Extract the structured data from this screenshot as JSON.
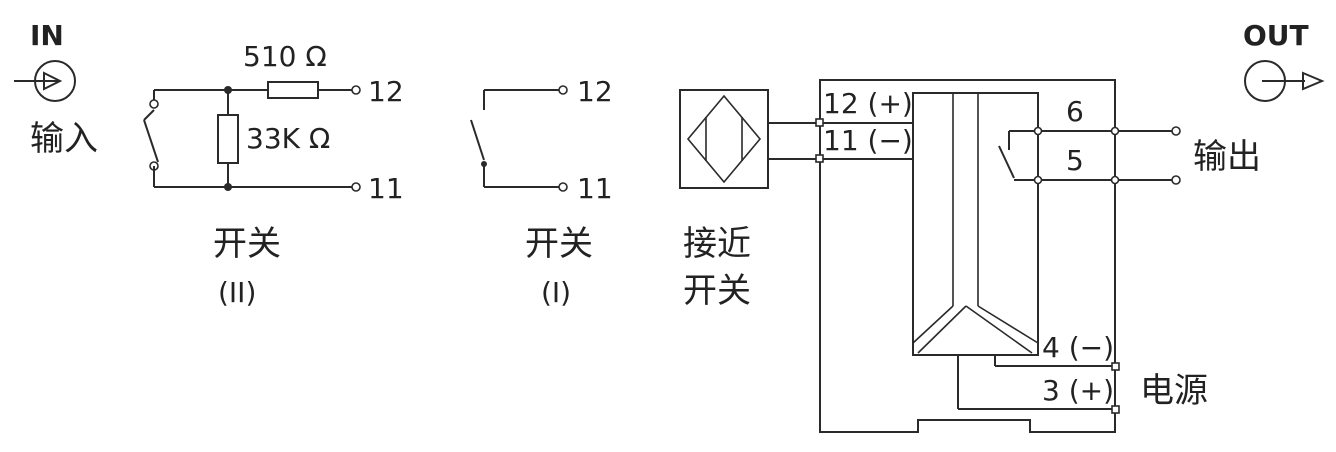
{
  "input": {
    "title": "IN",
    "label": "输入"
  },
  "output": {
    "title": "OUT",
    "label": "输出"
  },
  "switch_ii": {
    "resistor_series": "510 Ω",
    "resistor_parallel": "33K Ω",
    "terminal_top": "12",
    "terminal_bottom": "11",
    "caption": "开关",
    "caption_sub": "(II)"
  },
  "switch_i": {
    "terminal_top": "12",
    "terminal_bottom": "11",
    "caption": "开关",
    "caption_sub": "(I)"
  },
  "proximity": {
    "caption_line1": "接近",
    "caption_line2": "开关"
  },
  "module": {
    "pin_12": "12 (+)",
    "pin_11": "11 (−)",
    "pin_6": "6",
    "pin_5": "5",
    "pin_4": "4 (−)",
    "pin_3": "3 (+)",
    "power_label": "电源"
  }
}
